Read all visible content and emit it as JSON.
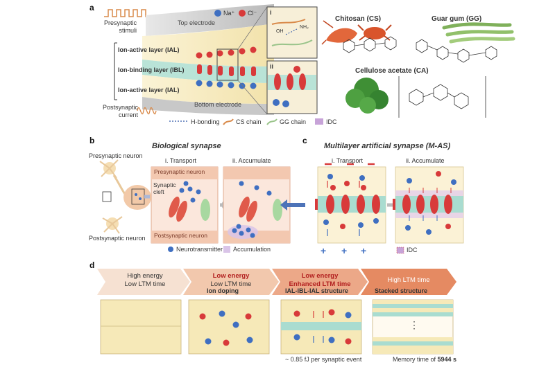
{
  "panels": {
    "a": "a",
    "b": "b",
    "c": "c",
    "d": "d"
  },
  "a": {
    "presynaptic_stimuli": "Presynaptic\nstimuli",
    "top_electrode": "Top electrode",
    "bottom_electrode": "Bottom electrode",
    "postsynaptic_current": "Postsynaptic\ncurrent",
    "layers": [
      "Ion-active layer (IAL)",
      "Ion-binding layer (IBL)",
      "Ion-active layer (IAL)"
    ],
    "ion_legend": {
      "na": "Na⁺",
      "cl": "Cl⁻"
    },
    "inset_i": "i",
    "inset_ii": "ii",
    "inset_labels": {
      "oh": "OH",
      "nh2": "NH₂"
    },
    "materials": {
      "chitosan": "Chitosan (CS)",
      "guar": "Guar gum (GG)",
      "cellulose": "Cellulose acetate (CA)"
    },
    "legend": {
      "hbond": "H-bonding",
      "cs_chain": "CS chain",
      "gg_chain": "GG chain",
      "idc": "IDC"
    }
  },
  "b": {
    "title": "Biological synapse",
    "presynaptic_neuron": "Presynaptic neuron",
    "postsynaptic_neuron": "Postsynaptic neuron",
    "step1": "i. Transport",
    "step2": "ii. Accumulate",
    "box_pre": "Presynaptic neuron",
    "box_cleft": "Synaptic\ncleft",
    "box_post": "Postsynaptic neuron",
    "legend_nt": "Neurotransmitter",
    "legend_acc": "Accumulation"
  },
  "c": {
    "title": "Multilayer artificial synapse (M-AS)",
    "step1": "i. Transport",
    "step2": "ii. Accumulate",
    "legend_idc": "IDC"
  },
  "d": {
    "arrows": [
      {
        "line1": "High energy",
        "line2": "Low LTM time",
        "color": "#f6e1d2",
        "emph": false
      },
      {
        "line1": "Low energy",
        "line2": "Low LTM time",
        "color": "#f2c8ad",
        "emph": true
      },
      {
        "line1": "Low energy",
        "line2": "Enhanced LTM time",
        "color": "#eca888",
        "emph": true
      },
      {
        "line1": "High LTM time",
        "line2": "",
        "color": "#e58a62",
        "emph": false
      }
    ],
    "box_labels": [
      "",
      "Ion doping",
      "IAL-IBL-IAL structure",
      "Stacked structure"
    ],
    "ellipsis": "⋮",
    "energy_note": "~ 0.85 fJ per synaptic event",
    "memory_prefix": "Memory time of ",
    "memory_value": "5944 s"
  },
  "colors": {
    "na": "#3f6fc1",
    "cl": "#d83a3a",
    "ibl": "#a9dcd0",
    "ial": "#f4e8c0",
    "idc": "#c7a3d8"
  }
}
